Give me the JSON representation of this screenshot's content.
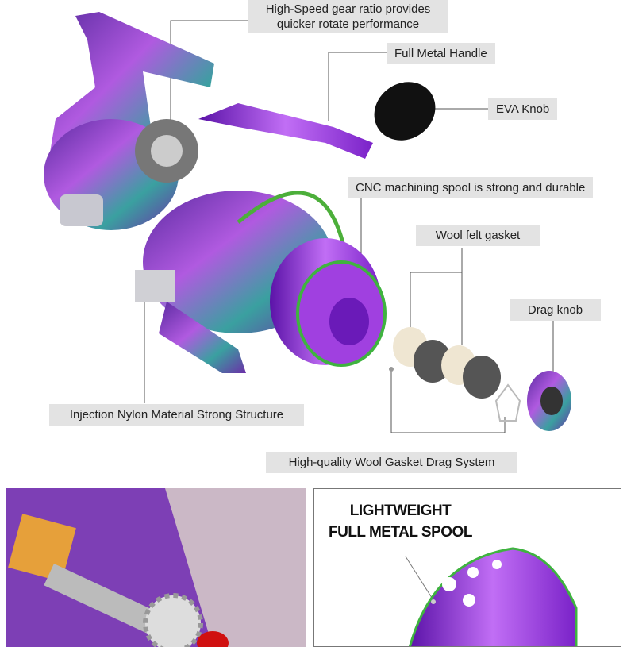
{
  "callouts": {
    "gear_ratio": [
      "High-Speed gear ratio provides",
      "quicker rotate performance"
    ],
    "handle": "Full Metal Handle",
    "knob": "EVA Knob",
    "spool": "CNC machining spool is strong and durable",
    "felt": "Wool felt gasket",
    "drag_knob": "Drag knob",
    "body": "Injection Nylon Material Strong Structure",
    "drag_system": "High-quality Wool Gasket Drag System"
  },
  "detail_panel": {
    "title_line1": "LIGHTWEIGHT",
    "title_line2": "FULL METAL SPOOL"
  },
  "colors": {
    "label_bg": "#e3e3e3",
    "purple": "#8a2be2",
    "green": "#3fb33f"
  }
}
